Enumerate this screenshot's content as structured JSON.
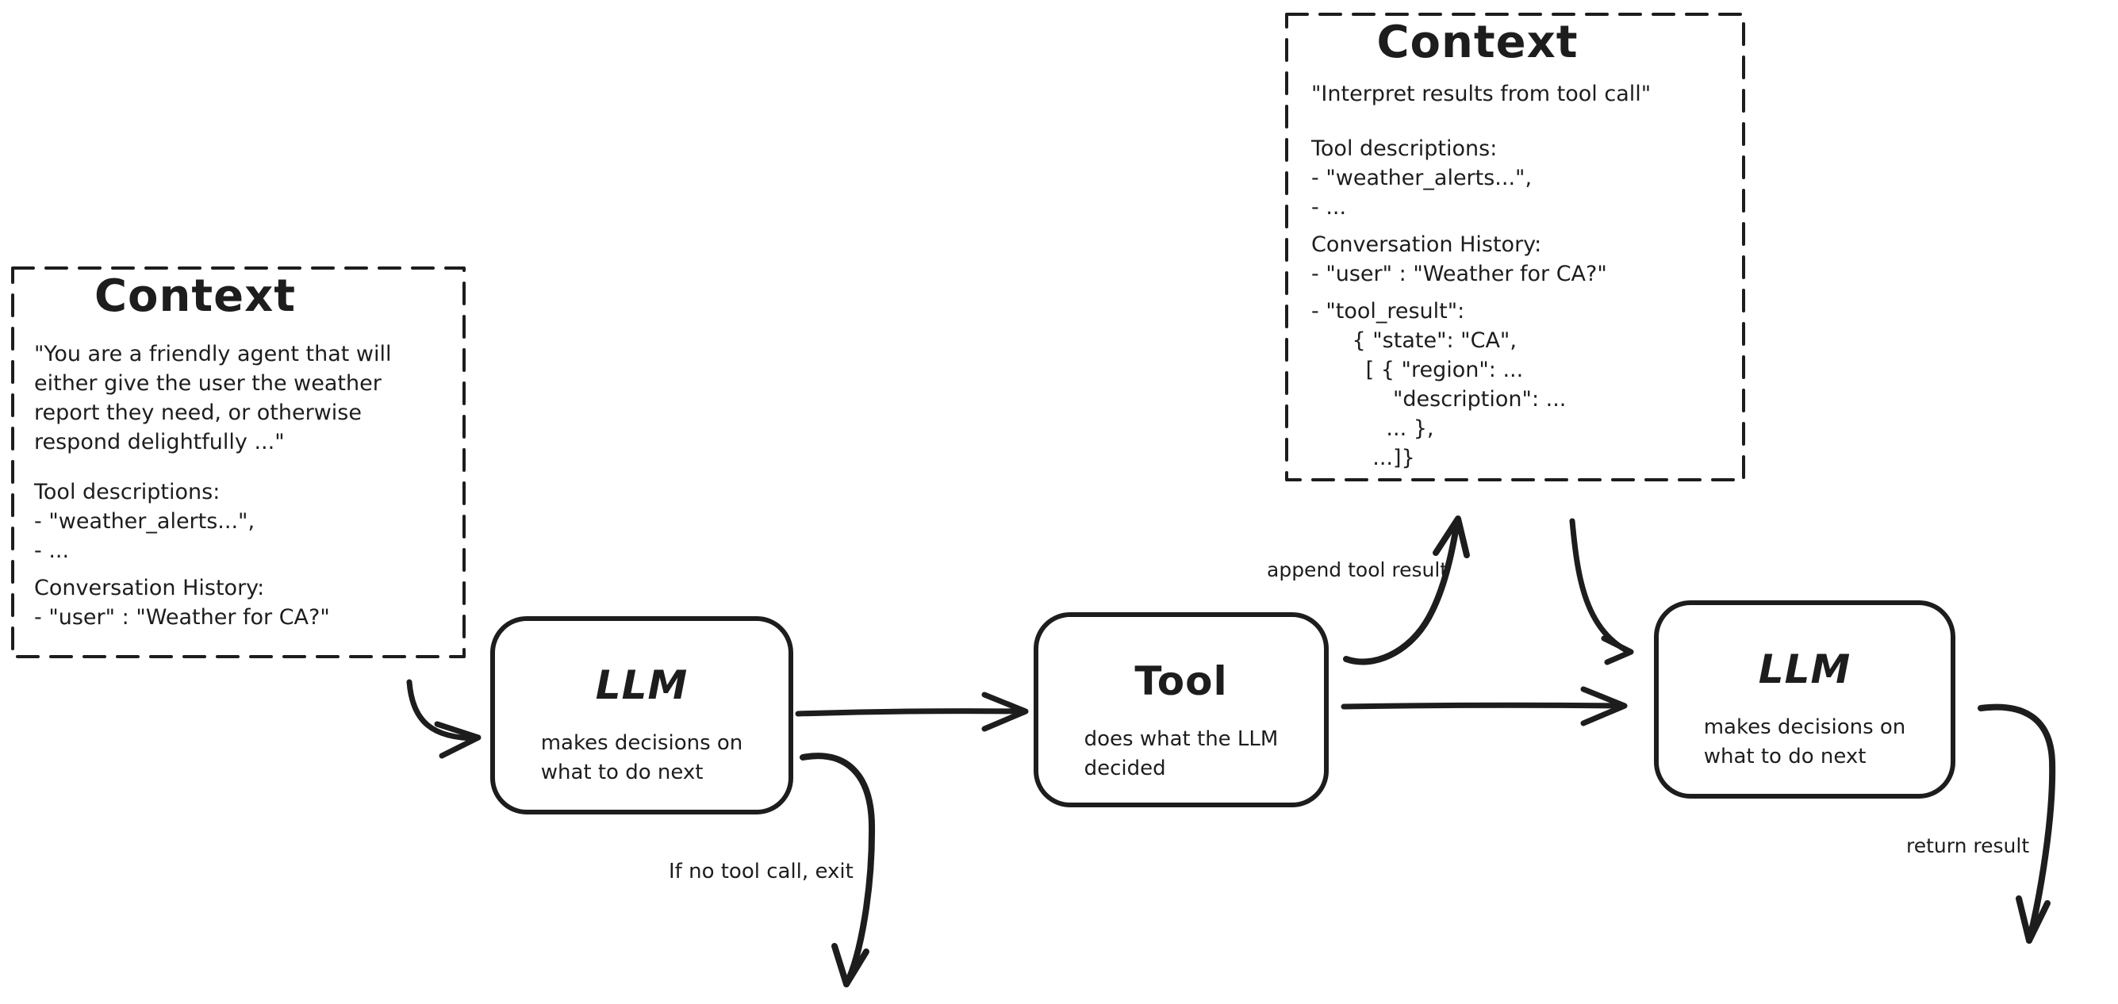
{
  "canvas": {
    "background": "#ffffff",
    "ink": "#1d1d1d"
  },
  "context_left": {
    "title": "Context",
    "p1": [
      "\"You are a friendly agent that will",
      "either give the user the weather",
      "report they need, or otherwise",
      "respond delightfully ...\""
    ],
    "p2": [
      "Tool descriptions:",
      "- \"weather_alerts...\",",
      "- ..."
    ],
    "p3": [
      "Conversation History:",
      "- \"user\" : \"Weather for CA?\""
    ]
  },
  "context_right": {
    "title": "Context",
    "p1": [
      "\"Interpret results from tool call\""
    ],
    "p2": [
      "Tool descriptions:",
      "- \"weather_alerts...\",",
      "- ..."
    ],
    "p3": [
      "Conversation History:",
      "- \"user\" : \"Weather for CA?\""
    ],
    "p4": [
      "- \"tool_result\":",
      "      { \"state\": \"CA\",",
      "        [ { \"region\": ...",
      "            \"description\": ...",
      "           ... },",
      "         ...]}"
    ]
  },
  "llm1": {
    "title": "LLM",
    "subtitle": [
      "makes decisions on",
      "what to do next"
    ]
  },
  "tool": {
    "title": "Tool",
    "subtitle": [
      "does what the LLM",
      "decided"
    ]
  },
  "llm2": {
    "title": "LLM",
    "subtitle": [
      "makes decisions on",
      "what to do next"
    ]
  },
  "labels": {
    "append_tool_result": "append tool result",
    "if_no_tool_call_exit": "If no tool call, exit",
    "return_result": "return result"
  }
}
